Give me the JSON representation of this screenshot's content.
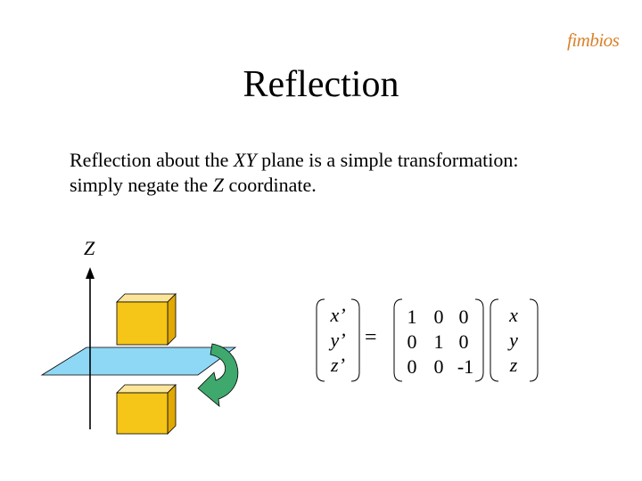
{
  "logo": {
    "text": "fimbios"
  },
  "title": "Reflection",
  "body": {
    "line1_a": "Reflection about the ",
    "line1_b": "XY",
    "line1_c": " plane is a simple transformation:",
    "line2_a": "simply negate the ",
    "line2_b": "Z",
    "line2_c": " coordinate."
  },
  "diagram": {
    "axis_label": "Z",
    "colors": {
      "plane": "#8fd8f5",
      "cube_face": "#f5c518",
      "cube_top": "#fbe59a",
      "cube_side": "#e0a800",
      "arrow": "#3fa86c"
    }
  },
  "equation": {
    "lhs": [
      "x’",
      "y’",
      "z’"
    ],
    "equals": "=",
    "matrix": [
      [
        "1",
        "0",
        "0"
      ],
      [
        "0",
        "1",
        "0"
      ],
      [
        "0",
        "0",
        "-1"
      ]
    ],
    "rhs": [
      "x",
      "y",
      "z"
    ]
  }
}
